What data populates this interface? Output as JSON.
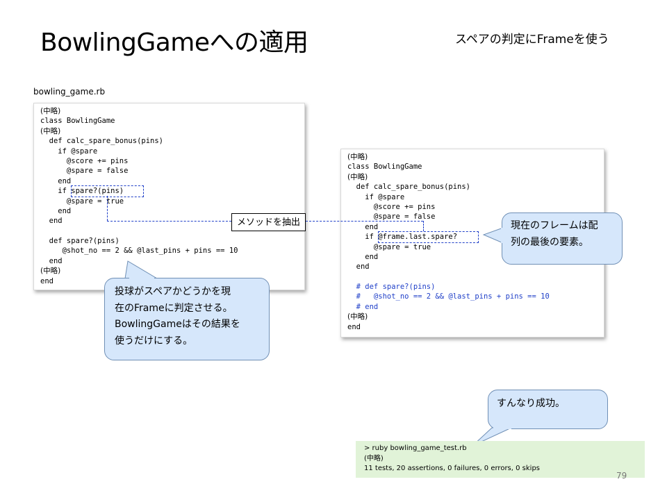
{
  "header": {
    "title": "BowlingGameへの適用",
    "subtitle": "スペアの判定にFrameを使う"
  },
  "left_panel": {
    "filename": "bowling_game.rb",
    "lines": [
      "(中略)",
      "class BowlingGame",
      "(中略)",
      "  def calc_spare_bonus(pins)",
      "    if @spare",
      "      @score += pins",
      "      @spare = false",
      "    end",
      "    if spare?(pins)",
      "      @spare = true",
      "    end",
      "  end",
      "",
      "  def spare?(pins)",
      "     @shot_no == 2 && @last_pins + pins == 10",
      "  end",
      "(中略)",
      "end"
    ]
  },
  "extract_label": "メソッドを抽出",
  "right_panel": {
    "lines": [
      "(中略)",
      "class BowlingGame",
      "(中略)",
      "  def calc_spare_bonus(pins)",
      "    if @spare",
      "      @score += pins",
      "      @spare = false",
      "    end",
      "    if @frame.last.spare?",
      "      @spare = true",
      "    end",
      "  end",
      "",
      "  # def spare?(pins)",
      "  #   @shot_no == 2 && @last_pins + pins == 10",
      "  # end",
      "(中略)",
      "end"
    ]
  },
  "callouts": {
    "left": [
      "投球がスペアかどうかを現",
      "在のFrameに判定させる。",
      "BowlingGameはその結果を",
      "使うだけにする。"
    ],
    "right": [
      "現在のフレームは配",
      "列の最後の要素。"
    ],
    "bottom": "すんなり成功。"
  },
  "console": {
    "command": "> ruby bowling_game_test.rb",
    "omitted": "(中略)",
    "result": "11 tests, 20 assertions, 0 failures, 0 errors, 0 skips"
  },
  "page_number": "79",
  "colors": {
    "code_highlight": "#1f3fc8",
    "bubble_fill": "#d6e7fb",
    "console_fill": "#e1f3d8"
  }
}
